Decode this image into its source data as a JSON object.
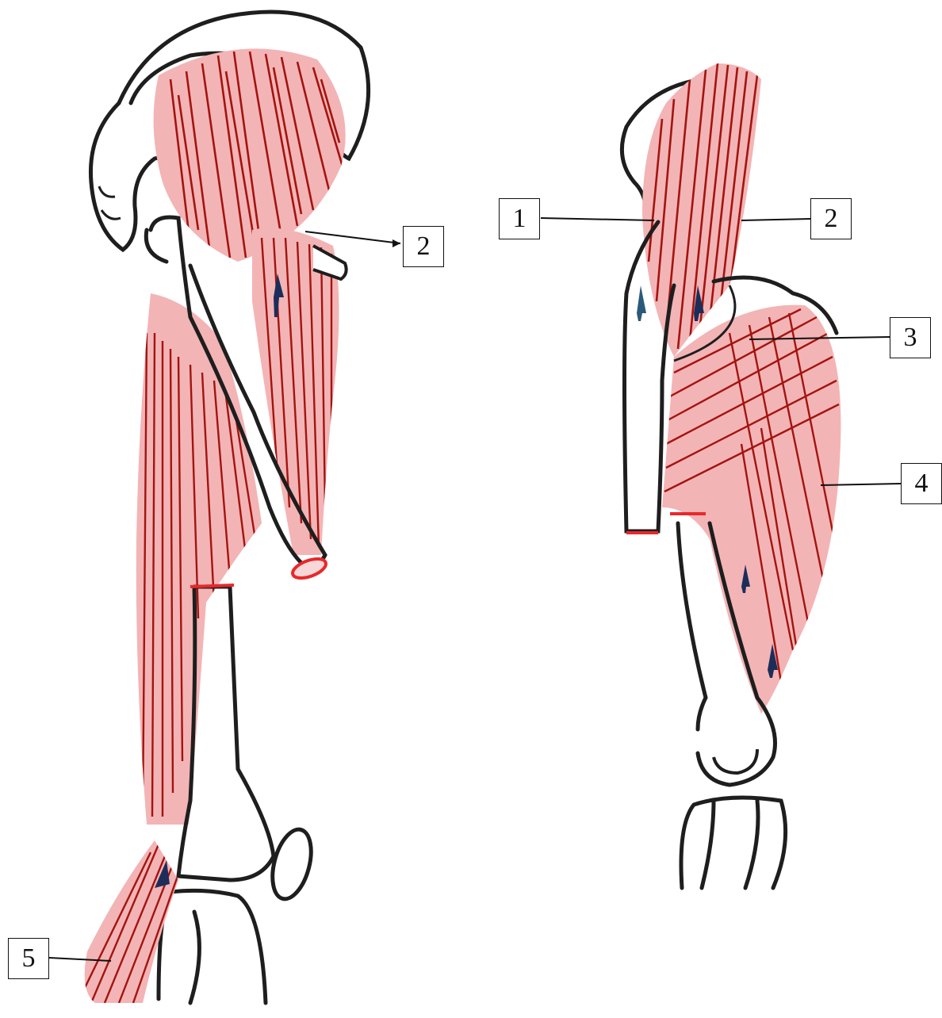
{
  "figure": {
    "left_view": {
      "labels": [
        {
          "id": "2",
          "text": "2"
        },
        {
          "id": "5",
          "text": "5"
        }
      ]
    },
    "right_view": {
      "labels": [
        {
          "id": "1",
          "text": "1"
        },
        {
          "id": "2",
          "text": "2"
        },
        {
          "id": "3",
          "text": "3"
        },
        {
          "id": "4",
          "text": "4"
        }
      ]
    }
  },
  "colors": {
    "bone_outline": "#1e1e1e",
    "muscle_fill": "#f3b4b6",
    "muscle_fiber": "#a3140f",
    "arrow": "#1d2d5a",
    "cut_surface": "#e8282c"
  }
}
